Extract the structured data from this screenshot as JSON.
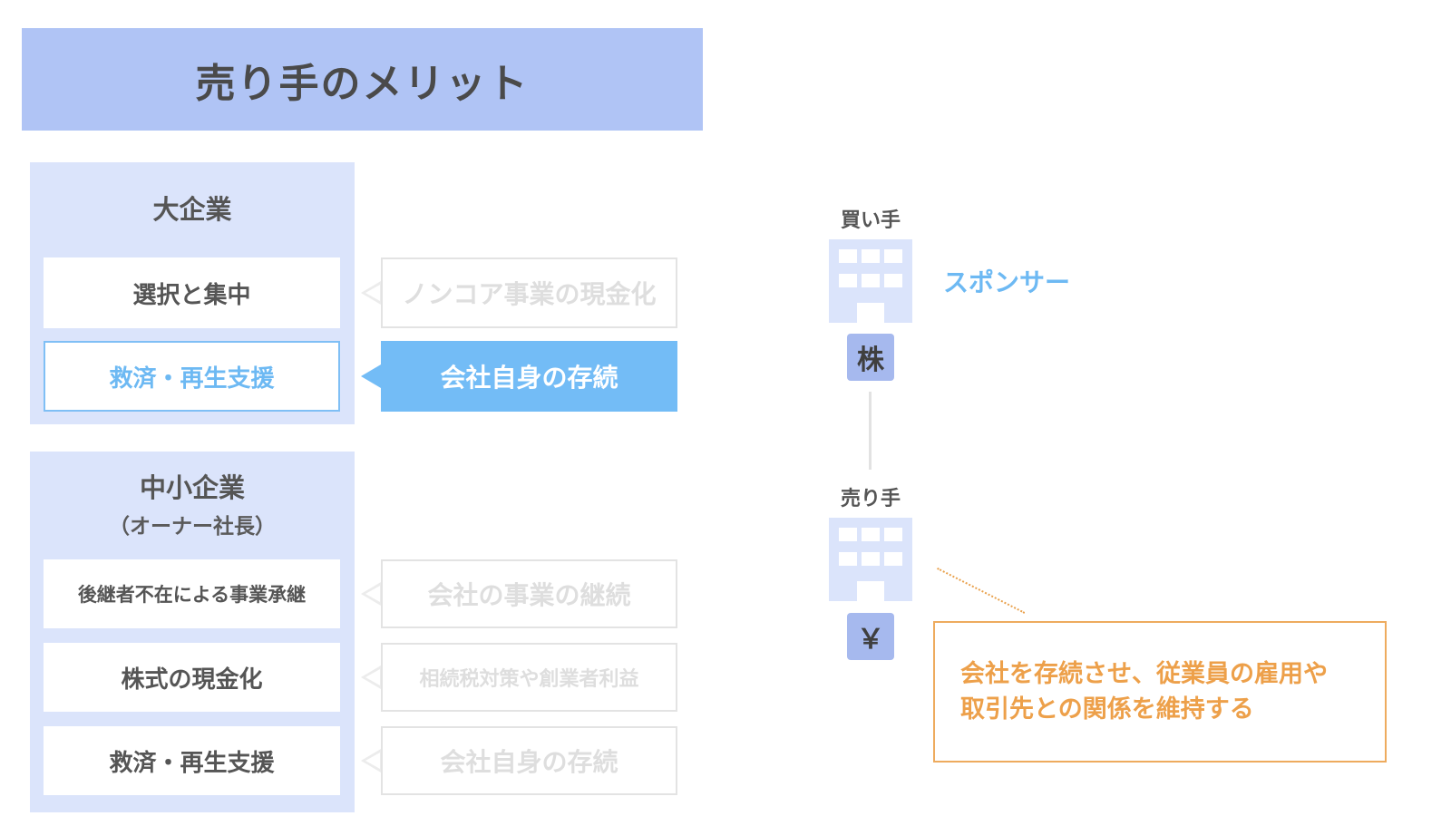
{
  "title": "売り手のメリット",
  "groups": {
    "large": {
      "title": "大企業",
      "rows": [
        {
          "reason": "選択と集中",
          "benefit": "ノンコア事業の現金化"
        },
        {
          "reason": "救済・再生支援",
          "benefit": "会社自身の存続"
        }
      ]
    },
    "small": {
      "title": "中小企業",
      "subtitle": "（オーナー社長）",
      "rows": [
        {
          "reason": "後継者不在による事業承継",
          "benefit": "会社の事業の継続"
        },
        {
          "reason": "株式の現金化",
          "benefit": "相続税対策や創業者利益"
        },
        {
          "reason": "救済・再生支援",
          "benefit": "会社自身の存続"
        }
      ]
    }
  },
  "diagram": {
    "buyer_label": "買い手",
    "buyer_badge": "株",
    "sponsor_label": "スポンサー",
    "seller_label": "売り手",
    "seller_badge": "￥",
    "callout": {
      "line1": "会社を存続させ、従業員の雇用や",
      "line2": "取引先との関係を維持する"
    }
  },
  "colors": {
    "title_bg": "#b0c4f5",
    "panel_bg": "#dbe4fb",
    "highlight_blue": "#73bcf6",
    "callout_orange": "#eda04a",
    "muted_text": "#dedede"
  },
  "icons": [
    "building-icon",
    "pointer-arrow-icon"
  ]
}
